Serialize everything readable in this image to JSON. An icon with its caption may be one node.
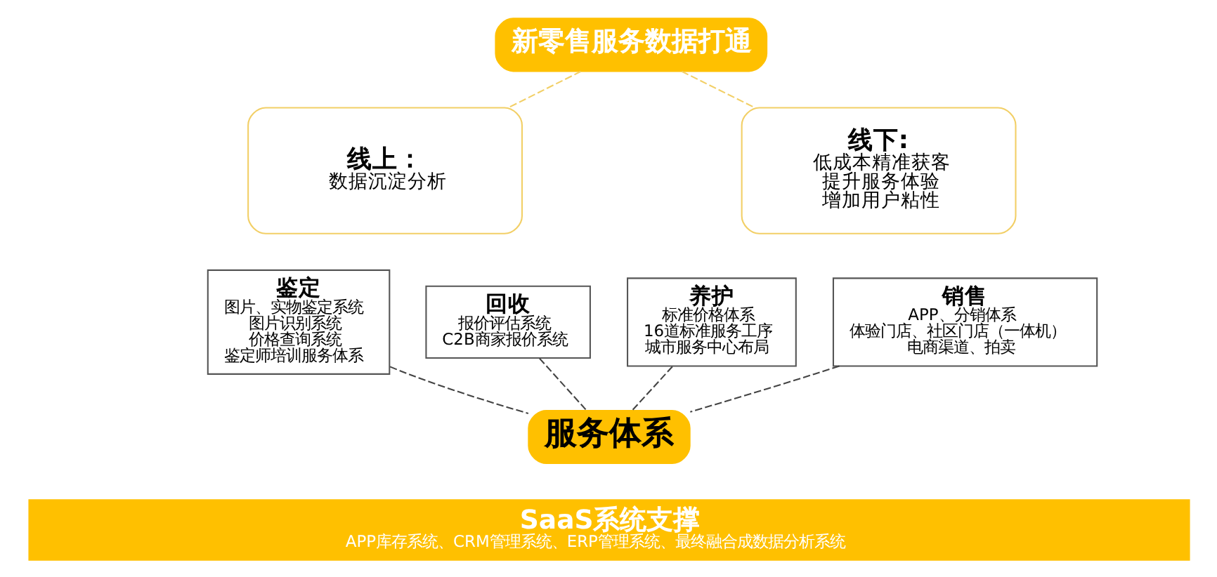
{
  "diagram": {
    "nodes": [
      {
        "text": [
          "新零售服务数据打通"
        ]
      },
      {
        "text": [
          "线上：",
          "数据沉淀分析"
        ]
      },
      {
        "text": [
          "线下:",
          "低成本精准获客",
          "提升服务体验",
          "增加用户粘性"
        ]
      },
      {
        "text": [
          "鉴定",
          "图片、实物鉴定系统",
          "图片识别系统",
          "价格查询系统",
          "鉴定师培训服务体系"
        ]
      },
      {
        "text": [
          "回收",
          "报价评估系统",
          "C2B商家报价系统"
        ]
      },
      {
        "text": [
          "养护",
          "标准价格体系",
          "16道标准服务工序",
          "城市服务中心布局"
        ]
      },
      {
        "text": [
          "销售",
          "APP、分销体系",
          "体验门店、社区门店（一体机）",
          "电商渠道、拍卖"
        ]
      },
      {
        "text": [
          "服务体系"
        ]
      },
      {
        "text": [
          "SaaS系统支撑",
          "APP库存系统、CRM管理系统、ERP管理系统、最终融合成数据分析系统"
        ]
      }
    ],
    "edges": [
      {
        "from": 0,
        "to": 1,
        "arrow": "none",
        "style": "dashed",
        "color": "#f2cf66"
      },
      {
        "from": 0,
        "to": 2,
        "arrow": "none",
        "style": "dashed",
        "color": "#f2cf66"
      },
      {
        "from": 3,
        "to": 7,
        "arrow": "none",
        "style": "dashed"
      },
      {
        "from": 4,
        "to": 7,
        "arrow": "none",
        "style": "dashed"
      },
      {
        "from": 5,
        "to": 7,
        "arrow": "none",
        "style": "dashed"
      },
      {
        "from": 6,
        "to": 7,
        "arrow": "none",
        "style": "dashed"
      }
    ]
  }
}
